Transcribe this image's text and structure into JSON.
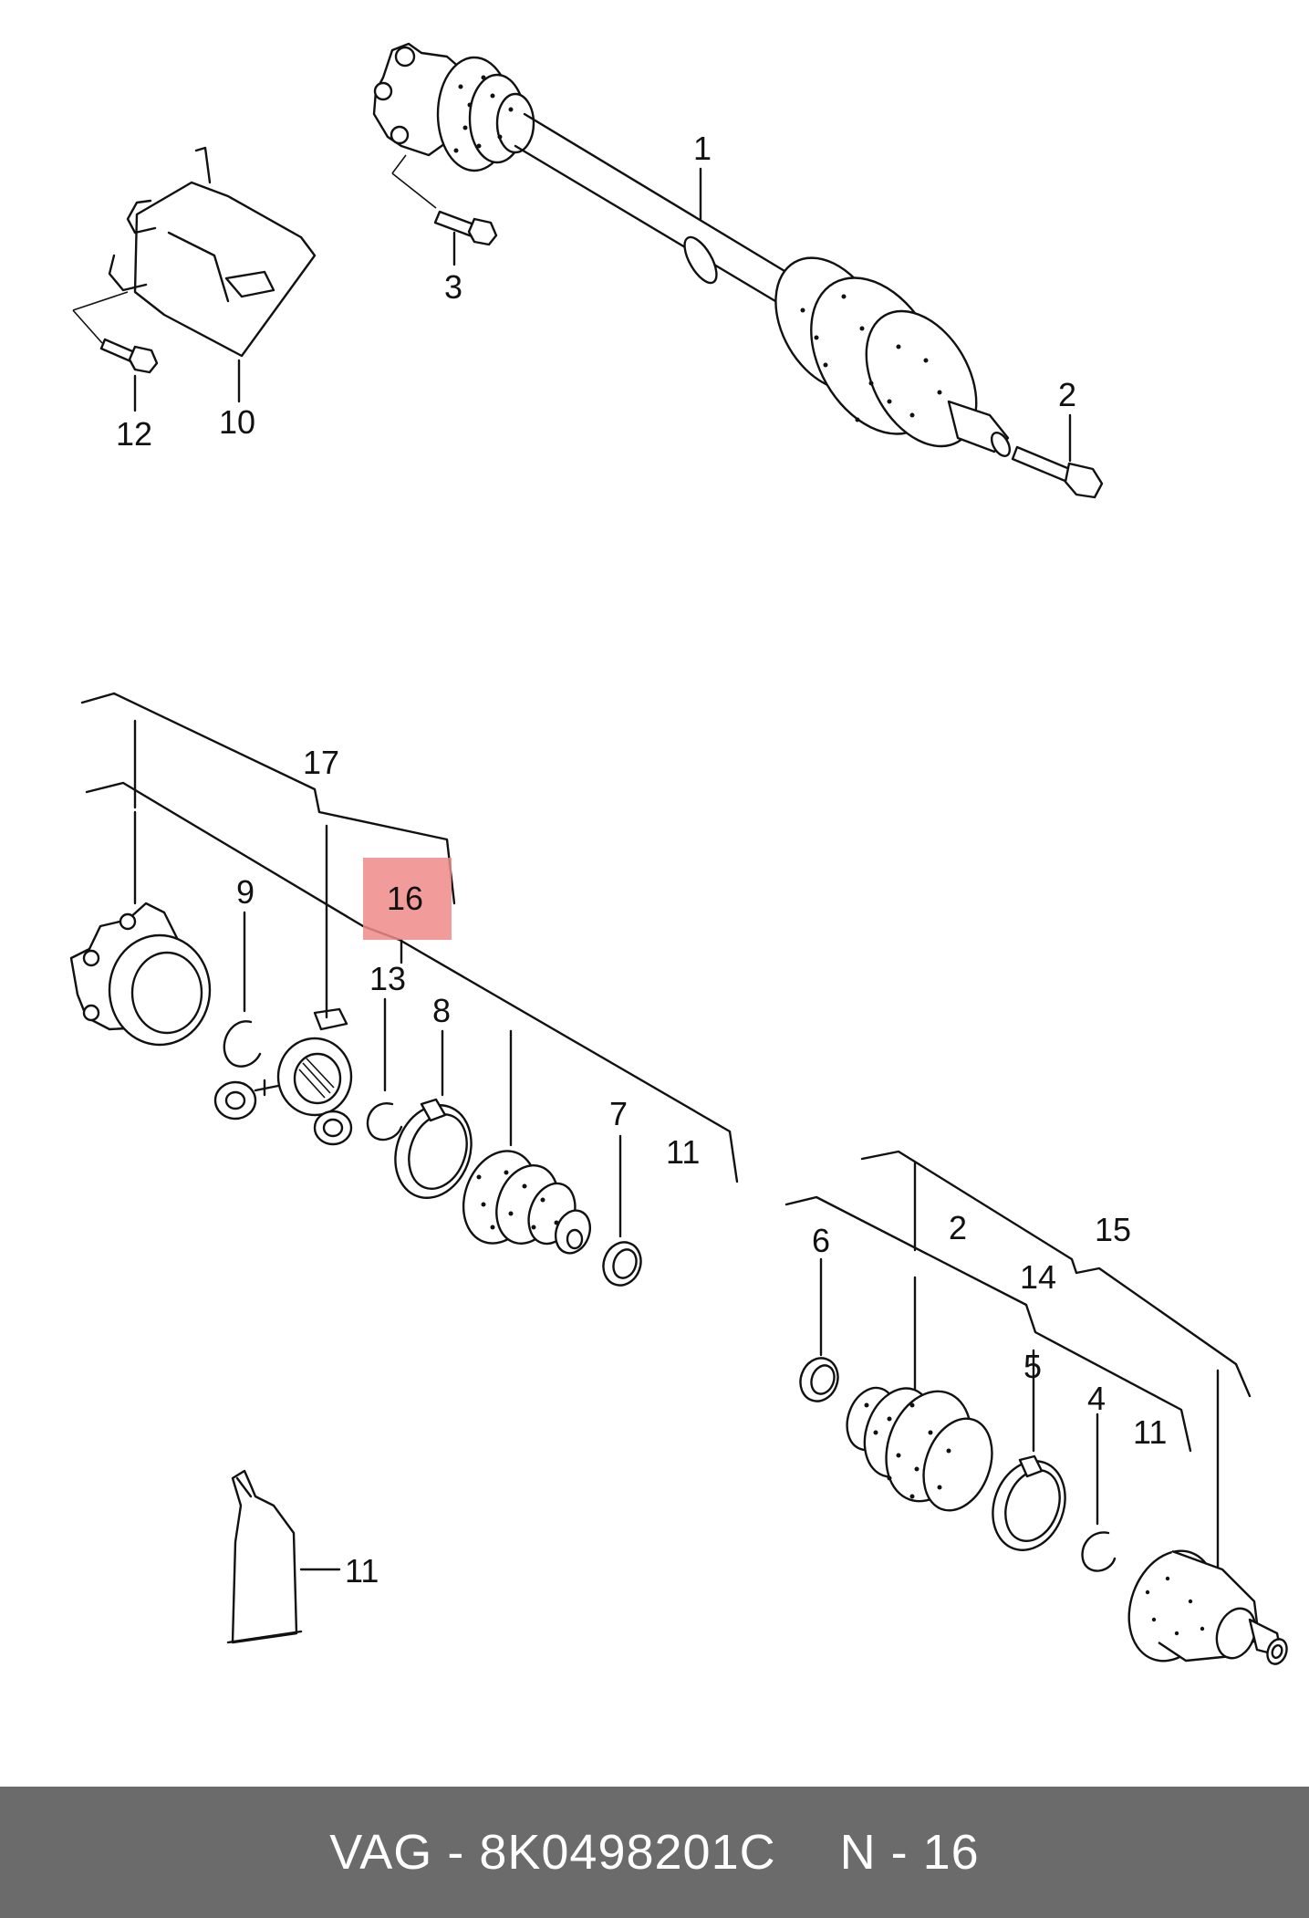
{
  "diagram": {
    "highlight_color": "#f08a8a",
    "labels": {
      "l1": "1",
      "l2": "2",
      "l3": "3",
      "l10": "10",
      "l12": "12",
      "l17": "17",
      "l16": "16",
      "l9": "9",
      "l13": "13",
      "l8": "8",
      "l7": "7",
      "l11a": "11",
      "l2b": "2",
      "l15": "15",
      "l14": "14",
      "l6": "6",
      "l5": "5",
      "l4": "4",
      "l11b": "11",
      "l11c": "11"
    }
  },
  "footer": {
    "brand": "VAG",
    "separator": "-",
    "part_number": "8K0498201C",
    "ref_prefix": "N",
    "ref_number": "16"
  }
}
